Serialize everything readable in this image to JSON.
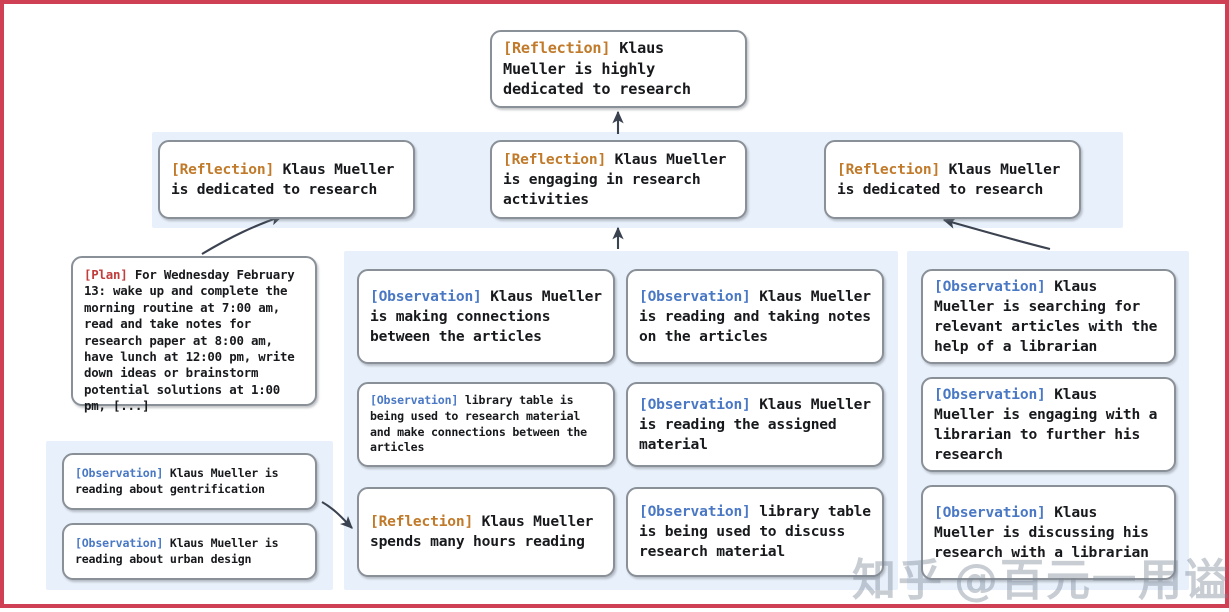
{
  "figure": {
    "border_color": "#cf4055",
    "band_color": "#e8f0fb",
    "node_border_color": "#8a9097",
    "tag_colors": {
      "reflection": "#c07a2a",
      "observation": "#4a78c4",
      "plan": "#c33c3c"
    }
  },
  "watermark": {
    "logo": "知乎",
    "handle": "@百元一用谥书生"
  },
  "nodes": {
    "root_reflection": {
      "tag": "[Reflection]",
      "tag_type": "reflection",
      "text": " Klaus Mueller is highly dedicated to research"
    },
    "mid_left_reflection": {
      "tag": "[Reflection]",
      "tag_type": "reflection",
      "text": " Klaus Mueller is dedicated to research"
    },
    "mid_center_reflection": {
      "tag": "[Reflection]",
      "tag_type": "reflection",
      "text": " Klaus Mueller is engaging in research activities"
    },
    "mid_right_reflection": {
      "tag": "[Reflection]",
      "tag_type": "reflection",
      "text": " Klaus Mueller is dedicated to research"
    },
    "plan_node": {
      "tag": "[Plan]",
      "tag_type": "plan",
      "text": " For Wednesday February 13: wake up and complete the morning routine at 7:00 am, read and take notes for research paper at 8:00 am, have lunch at 12:00 pm, write down ideas or brainstorm potential solutions at 1:00 pm, [...]"
    },
    "obs_gentrification": {
      "tag": "[Observation]",
      "tag_type": "observation",
      "text": " Klaus Mueller is reading about gentrification"
    },
    "obs_urban_design": {
      "tag": "[Observation]",
      "tag_type": "observation",
      "text": " Klaus Mueller is reading about urban design"
    },
    "obs_connections": {
      "tag": "[Observation]",
      "tag_type": "observation",
      "text": " Klaus Mueller is making connections between the articles"
    },
    "obs_library_table_connections": {
      "tag": "[Observation]",
      "tag_type": "observation",
      "text": " library table is being used to research material and make connections between the articles"
    },
    "refl_hours_reading": {
      "tag": "[Reflection]",
      "tag_type": "reflection",
      "text": " Klaus Mueller spends many hours reading"
    },
    "obs_reading_notes": {
      "tag": "[Observation]",
      "tag_type": "observation",
      "text": " Klaus Mueller is reading and taking notes on the articles"
    },
    "obs_assigned_material": {
      "tag": "[Observation]",
      "tag_type": "observation",
      "text": " Klaus Mueller is reading the assigned material"
    },
    "obs_library_table_discuss": {
      "tag": "[Observation]",
      "tag_type": "observation",
      "text": " library table is being used to discuss research material"
    },
    "obs_searching_articles": {
      "tag": "[Observation]",
      "tag_type": "observation",
      "text": " Klaus Mueller is searching for relevant articles with the help of a librarian"
    },
    "obs_engaging_librarian": {
      "tag": "[Observation]",
      "tag_type": "observation",
      "text": " Klaus Mueller is engaging with a librarian to further his research"
    },
    "obs_discussing_librarian": {
      "tag": "[Observation]",
      "tag_type": "observation",
      "text": " Klaus Mueller is discussing his research with a librarian"
    }
  }
}
